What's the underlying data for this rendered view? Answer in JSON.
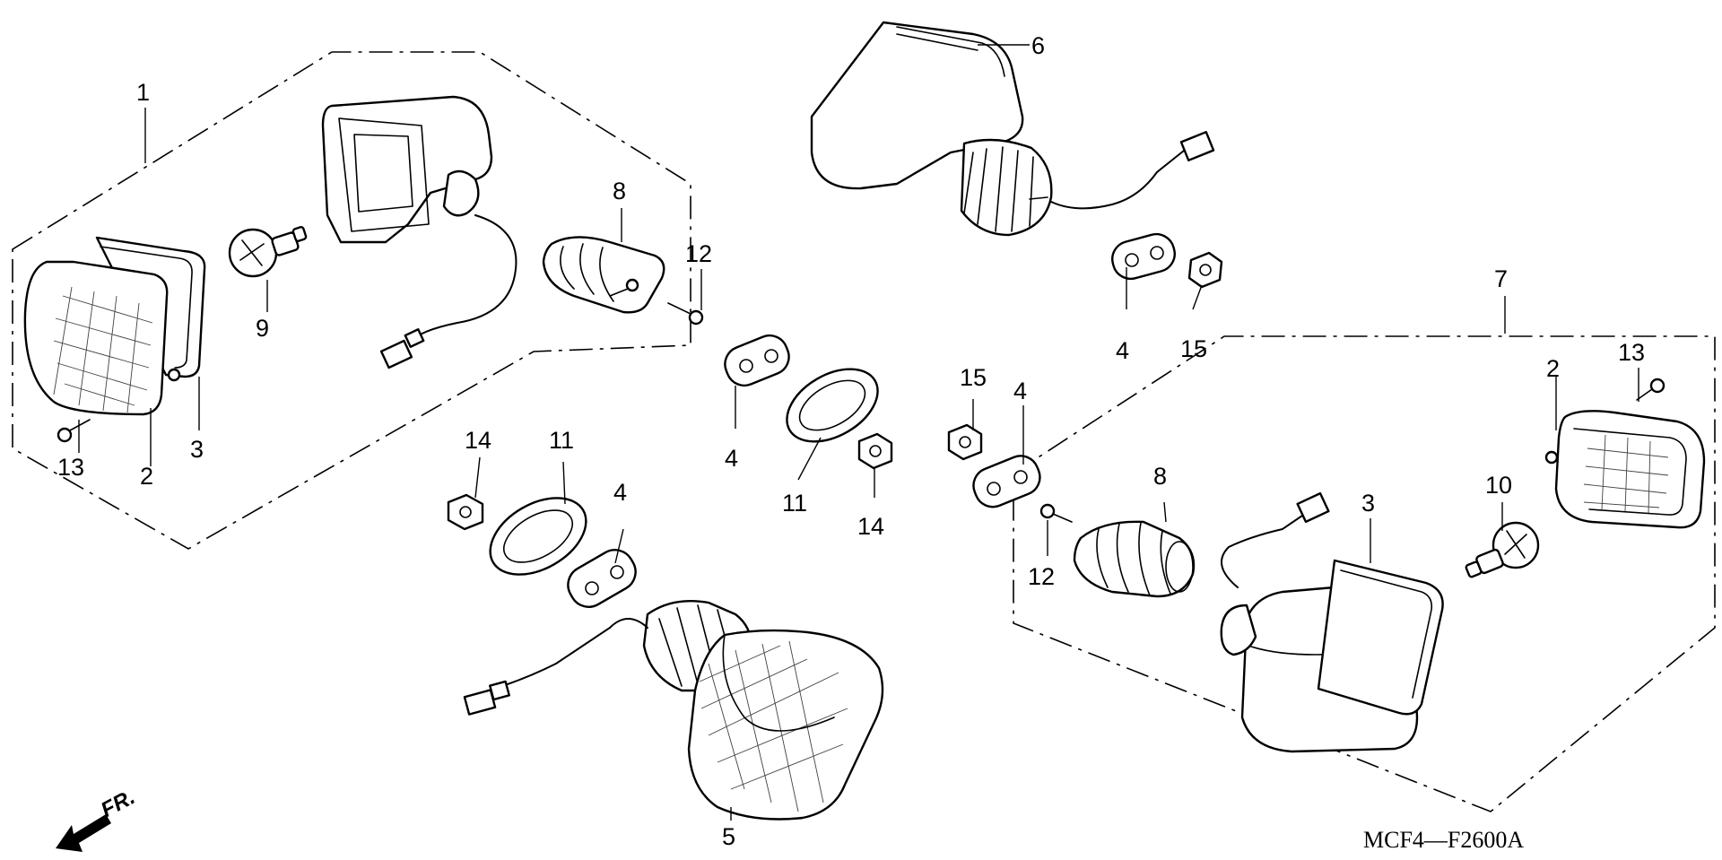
{
  "callouts": [
    "1",
    "2",
    "3",
    "4",
    "5",
    "6",
    "7",
    "8",
    "9",
    "10",
    "11",
    "12",
    "13",
    "14",
    "15"
  ],
  "diagram_code": "MCF4—F2600A",
  "front_arrow_label": "FR."
}
